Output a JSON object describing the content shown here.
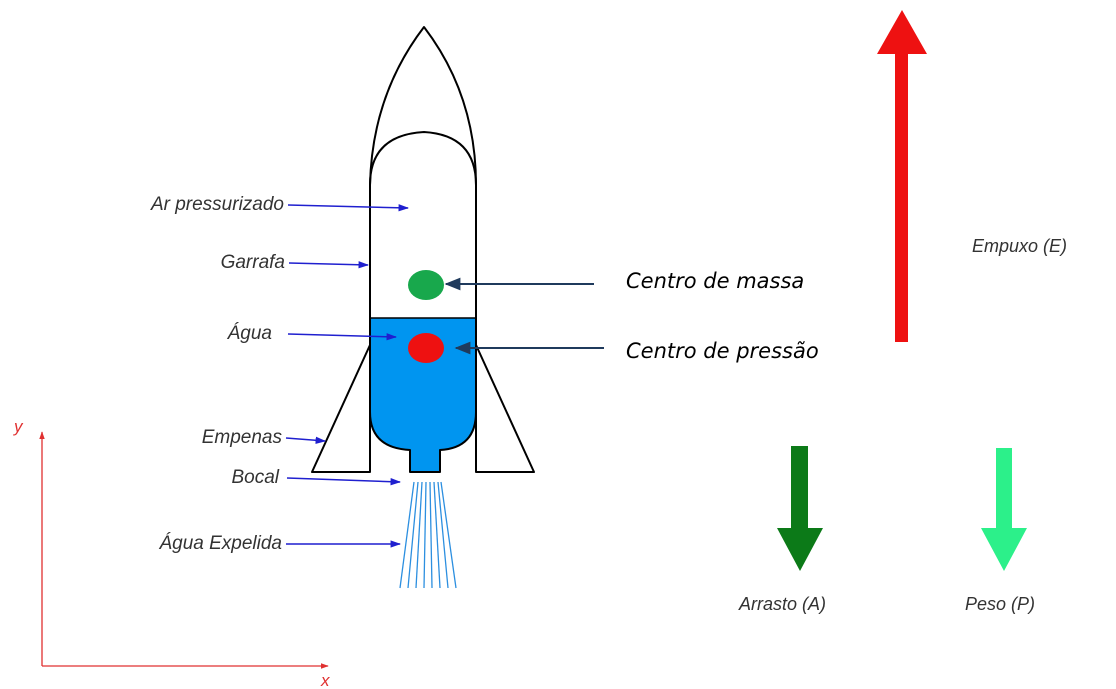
{
  "labels": {
    "ar_pressurizado": "Ar pressurizado",
    "garrafa": "Garrafa",
    "agua": "Água",
    "empenas": "Empenas",
    "bocal": "Bocal",
    "agua_expelida": "Água Expelida",
    "centro_massa": "Centro de massa",
    "centro_pressao": "Centro de pressão"
  },
  "forces": {
    "empuxo": "Empuxo (E)",
    "arrasto": "Arrasto (A)",
    "peso": "Peso (P)"
  },
  "axes": {
    "x": "x",
    "y": "y"
  },
  "colors": {
    "water": "#0095f0",
    "pointer": "#1f1fcf",
    "center_of_mass": "#18a84c",
    "center_of_pressure": "#ee1111",
    "center_arrow": "#1f3a5c",
    "thrust": "#ee1111",
    "drag": "#0c7a18",
    "weight": "#2cf08a",
    "axis": "#e03030"
  }
}
